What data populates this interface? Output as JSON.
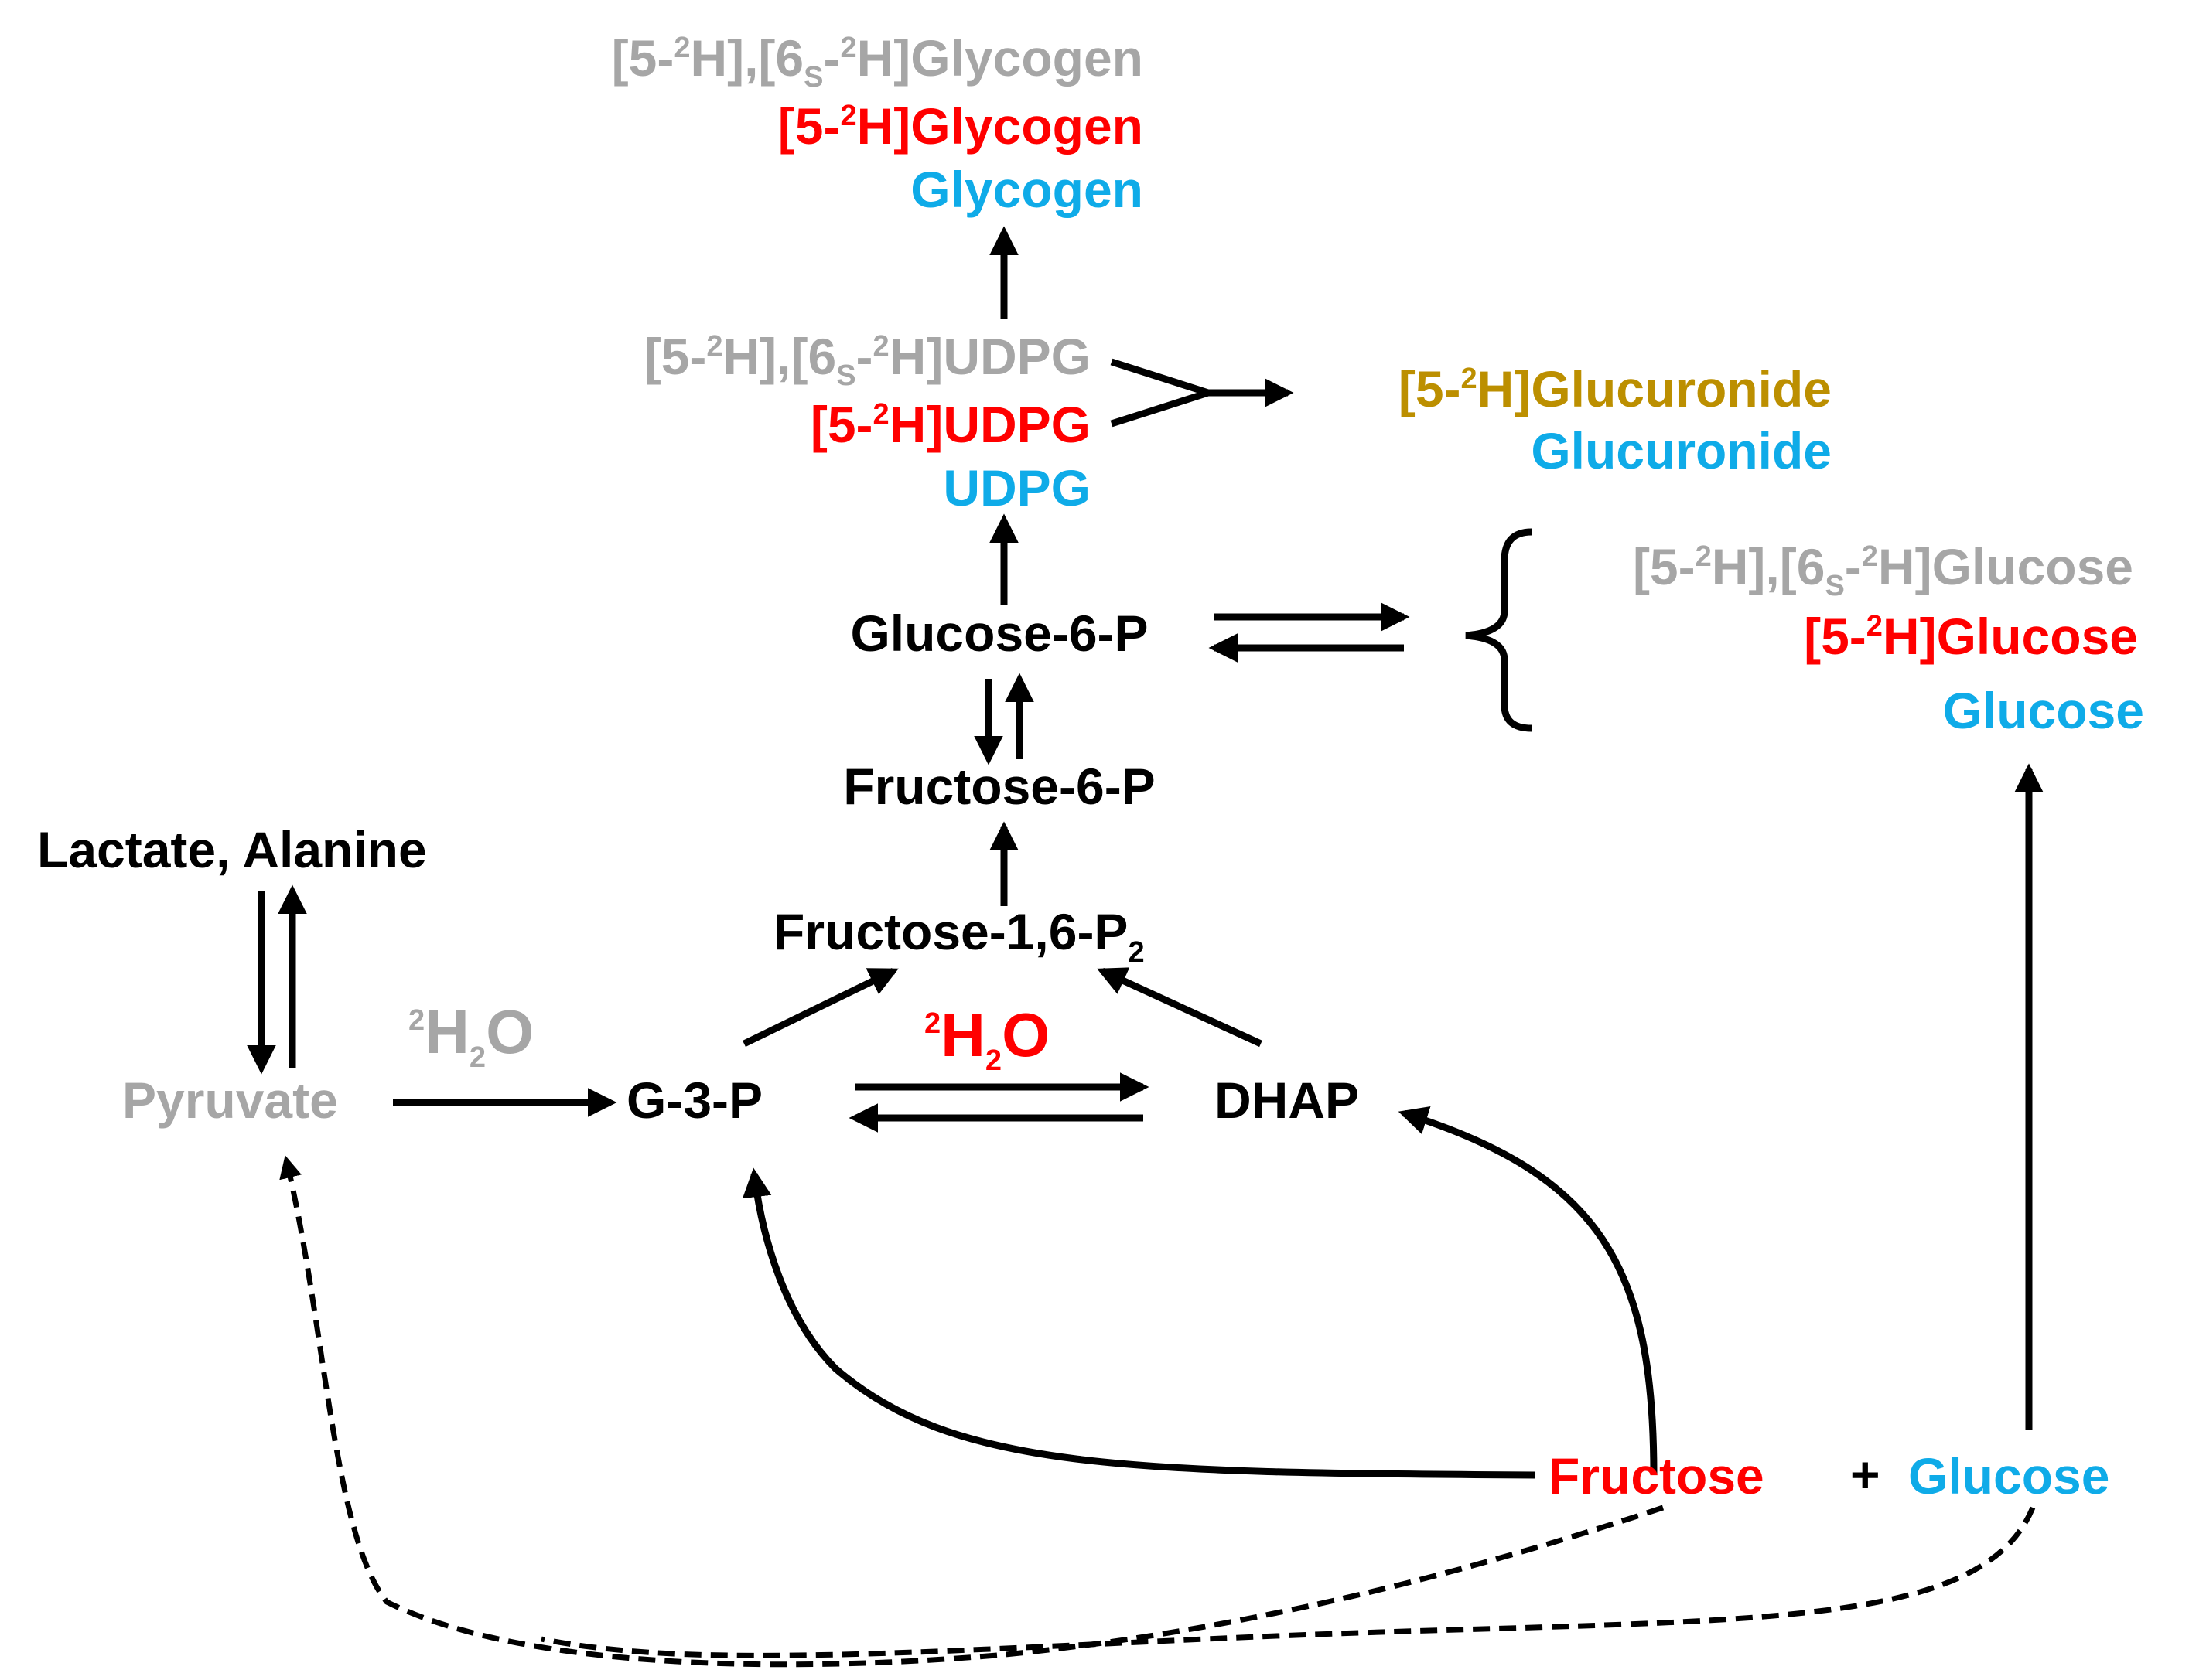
{
  "colors": {
    "gray": "#a6a6a6",
    "red": "#ff0000",
    "blue": "#0fabe8",
    "gold": "#bc8f00",
    "black": "#000000"
  },
  "glycogen": {
    "line1": {
      "p1": "[5-",
      "s1": "2",
      "p2": "H],[6",
      "sub": "S",
      "p3": "-",
      "s2": "2",
      "p4": "H]Glycogen"
    },
    "line2": {
      "p1": "[5-",
      "s1": "2",
      "p2": "H]Glycogen"
    },
    "line3": "Glycogen"
  },
  "udpg": {
    "line1": {
      "p1": "[5-",
      "s1": "2",
      "p2": "H],[6",
      "sub": "S",
      "p3": "-",
      "s2": "2",
      "p4": "H]UDPG"
    },
    "line2": {
      "p1": "[5-",
      "s1": "2",
      "p2": "H]UDPG"
    },
    "line3": "UDPG"
  },
  "glucuronide": {
    "line1": {
      "p1": "[5-",
      "s1": "2",
      "p2": "H]Glucuronide"
    },
    "line2": "Glucuronide"
  },
  "glucose_products": {
    "line1": {
      "p1": "[5-",
      "s1": "2",
      "p2": "H],[6",
      "sub": "S",
      "p3": "-",
      "s2": "2",
      "p4": "H]Glucose"
    },
    "line2": {
      "p1": "[5-",
      "s1": "2",
      "p2": "H]Glucose"
    },
    "line3": "Glucose"
  },
  "metabolites": {
    "glucose_6_p": "Glucose-6-P",
    "fructose_6_p": "Fructose-6-P",
    "fructose_bisp": {
      "main": "Fructose-1,6-P",
      "sub": "2"
    },
    "lactate_alanine": "Lactate, Alanine",
    "pyruvate": "Pyruvate",
    "g3p": "G-3-P",
    "dhap": "DHAP"
  },
  "water_gray": {
    "sup": "2",
    "h": "H",
    "sub": "2",
    "o": "O"
  },
  "water_red": {
    "sup": "2",
    "h": "H",
    "sub": "2",
    "o": "O"
  },
  "substrates": {
    "fructose": "Fructose",
    "plus": "+",
    "glucose": "Glucose"
  }
}
